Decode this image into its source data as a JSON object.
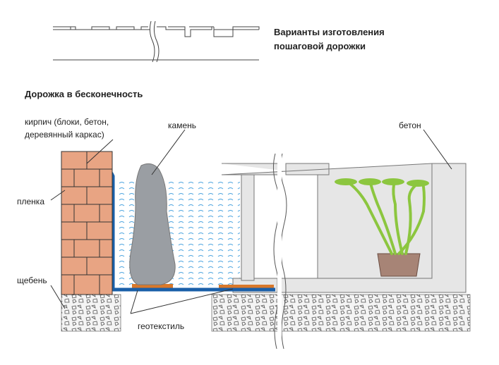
{
  "header": {
    "title_line1": "Варианты изготовления",
    "title_line2": "пошаговой дорожки"
  },
  "section": {
    "title": "Дорожка в бесконечность"
  },
  "labels": {
    "brick": "кирпич (блоки, бетон,",
    "brick_line2": "деревянный каркас)",
    "stone": "камень",
    "concrete": "бетон",
    "film": "пленка",
    "gravel": "щебень",
    "geotextile": "геотекстиль"
  },
  "colors": {
    "brick": "#e8a483",
    "film": "#1a5fa8",
    "geotextile": "#d9782a",
    "concrete": "#e6e6e6",
    "water_line": "#4aa3df",
    "stone": "#9a9ea3",
    "plant_leaf": "#8cc63f",
    "pot": "#a78476"
  }
}
